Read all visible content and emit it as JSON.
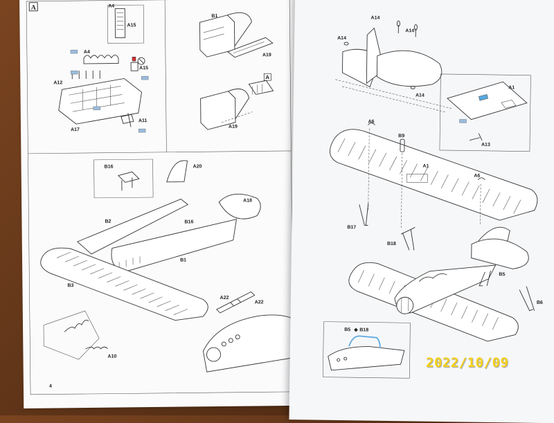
{
  "section_letter": "A",
  "page_number": "4",
  "date_stamp": "2022/10/09",
  "left": {
    "p1": [
      "A4",
      "A15",
      "A4",
      "A15",
      "A12",
      "A17",
      "A11"
    ],
    "p2": [
      "B1",
      "A19",
      "A19"
    ],
    "p3": [
      "B16",
      "A20",
      "A18",
      "B2",
      "B16",
      "B1",
      "B3",
      "A22",
      "A22",
      "A10"
    ]
  },
  "right": {
    "top": [
      "A14",
      "A14",
      "A14",
      "A14"
    ],
    "inset": [
      "A1",
      "A13"
    ],
    "main": [
      "A6",
      "B9",
      "A1",
      "A6",
      "B17",
      "B18",
      "B5",
      "B6"
    ],
    "inset2": [
      "B5",
      "B18"
    ]
  },
  "colors": {
    "date": "#f7d21b",
    "page": "#fbfbfc",
    "table": "#5e3418",
    "highlight": "#5aa8e0"
  }
}
